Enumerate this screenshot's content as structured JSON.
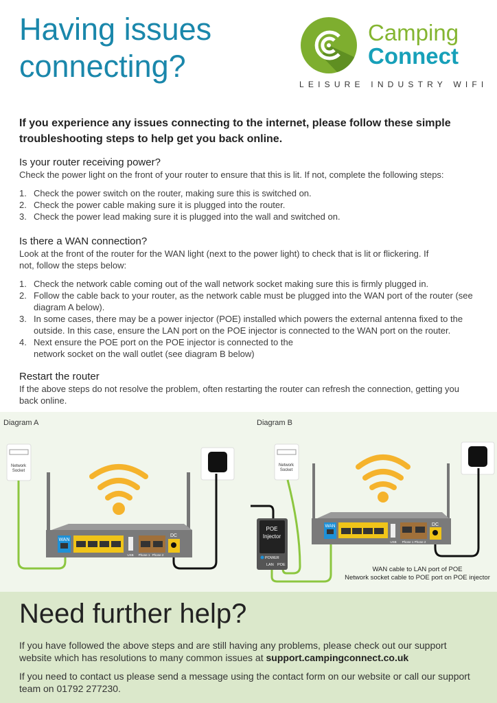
{
  "header": {
    "title_line1": "Having issues",
    "title_line2": "connecting?"
  },
  "logo": {
    "word1": "Camping",
    "word2": "Connect",
    "tagline": "LEISURE INDUSTRY WIFI"
  },
  "intro": "If you experience any issues connecting to the internet, please follow these simple troubleshooting steps to help get you back online.",
  "sections": [
    {
      "heading": "Is your router receiving power?",
      "text": "Check the power light on the front of your router to ensure that this is lit. If not, complete the following steps:",
      "steps": [
        {
          "n": "1.",
          "t": "Check the power switch on the router, making sure this is switched on."
        },
        {
          "n": "2.",
          "t": "Check the power cable making sure it is plugged into the router."
        },
        {
          "n": "3.",
          "t": "Check the power lead making sure it is plugged into the wall and switched on."
        }
      ]
    },
    {
      "heading": "Is there a WAN connection?",
      "text": "Look at the front of the router for the WAN light (next to the power light) to check that is lit or flickering. If not, follow the steps below:",
      "steps": [
        {
          "n": "1.",
          "t": "Check the network cable coming out of the wall network socket making sure this is firmly plugged in."
        },
        {
          "n": "2.",
          "t": "Follow the cable back to your router, as the network cable must be plugged into the WAN port of the router (see diagram A below)."
        },
        {
          "n": "3.",
          "t": "In some cases, there may be a power injector (POE) installed which powers the external antenna fixed to the outside. In this case, ensure the LAN port on the POE injector is connected to the WAN port on the router."
        },
        {
          "n": "4.",
          "t": "Next ensure the POE port on the POE injector is connected to the network socket on the wall outlet (see diagram B below)"
        }
      ]
    },
    {
      "heading": "Restart the router",
      "text": "If the above steps do not resolve the problem, often restarting the router can refresh the connection, getting you back online."
    }
  ],
  "diagrams": {
    "a": {
      "label": "Diagram A"
    },
    "b": {
      "label": "Diagram B",
      "caption1": "WAN cable to LAN port of POE",
      "caption2": "Network socket cable to POE port on POE injector"
    },
    "socket_label1": "Network",
    "socket_label2": "Socket",
    "wan": "WAN",
    "dc": "DC",
    "usb": "USB",
    "phone1": "Phone 1",
    "phone2": "Phone 2",
    "poe1": "POE",
    "poe2": "Injector",
    "poe_power": "POWER",
    "poe_lan": "LAN",
    "poe_poe": "POE"
  },
  "help": {
    "title": "Need further help?",
    "p1": "If you have followed the above steps and are still having any problems, please check out our support website which has resolutions to many common issues at ",
    "p1_link": "support.campingconnect.co.uk",
    "p2": "If you need to contact us please send a message using the contact form on our website or call our support team on 01792 277230."
  }
}
